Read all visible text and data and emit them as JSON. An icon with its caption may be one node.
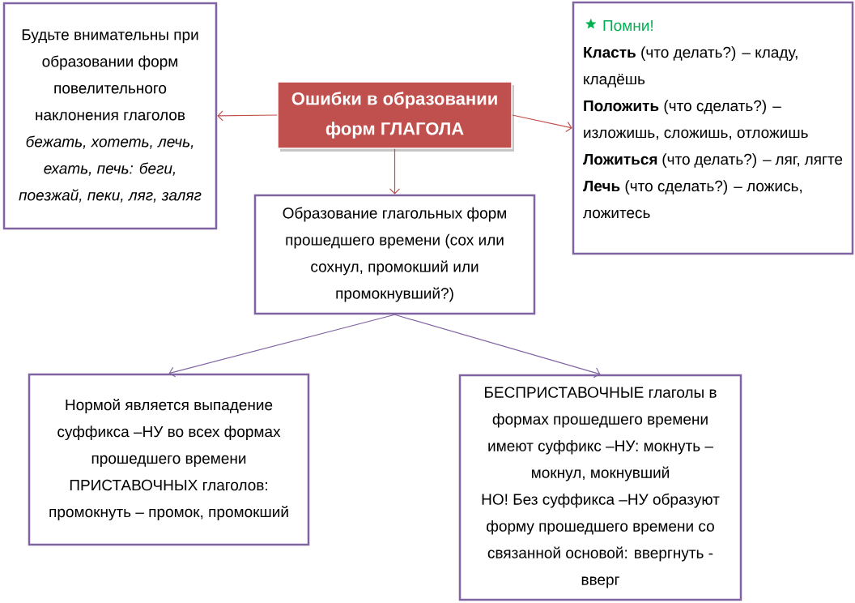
{
  "diagram": {
    "nodes": [
      {
        "text": [
          "Ошибки в образовании форм ГЛАГОЛА"
        ]
      },
      {
        "text": [
          "Будьте внимательны при образовании форм повелительного наклонения глаголов *бежать, хотеть, лечь, ехать, печь: беги, поезжай, пеки, ляг, заляг*"
        ]
      },
      {
        "text": [
          "Помни!",
          "**Класть** (что делать?) – кладу, кладёшь",
          "**Положить** (что сделать?) – изложишь, сложишь, отложишь",
          "**Ложиться** (что делать?) – ляг, лягте",
          "**Лечь** (что сделать?) – ложись, ложитесь"
        ]
      },
      {
        "text": [
          "Образование глагольных форм прошедшего времени (сох или сохнул, промокший или промокнувший?)"
        ]
      },
      {
        "text": [
          "Нормой является выпадение суффикса –НУ во всех формах прошедшего времени ПРИСТАВОЧНЫХ глаголов: промокнуть – промок, промокший"
        ]
      },
      {
        "text": [
          "БЕСПРИСТАВОЧНЫЕ глаголы в формах прошедшего времени имеют суффикс –НУ: мокнуть – мокнул, мокнувший",
          "НО! Без суффикса –НУ образуют форму прошедшего времени со связанной основой: ввергнуть - вверг"
        ]
      }
    ],
    "edges": [
      {
        "from": 0,
        "to": 1,
        "arrow": "to"
      },
      {
        "from": 0,
        "to": 2,
        "arrow": "to"
      },
      {
        "from": 0,
        "to": 3,
        "arrow": "to"
      },
      {
        "from": 3,
        "to": 4,
        "arrow": "to",
        "color": "#8064a2"
      },
      {
        "from": 3,
        "to": 5,
        "arrow": "to",
        "color": "#8064a2"
      }
    ]
  }
}
